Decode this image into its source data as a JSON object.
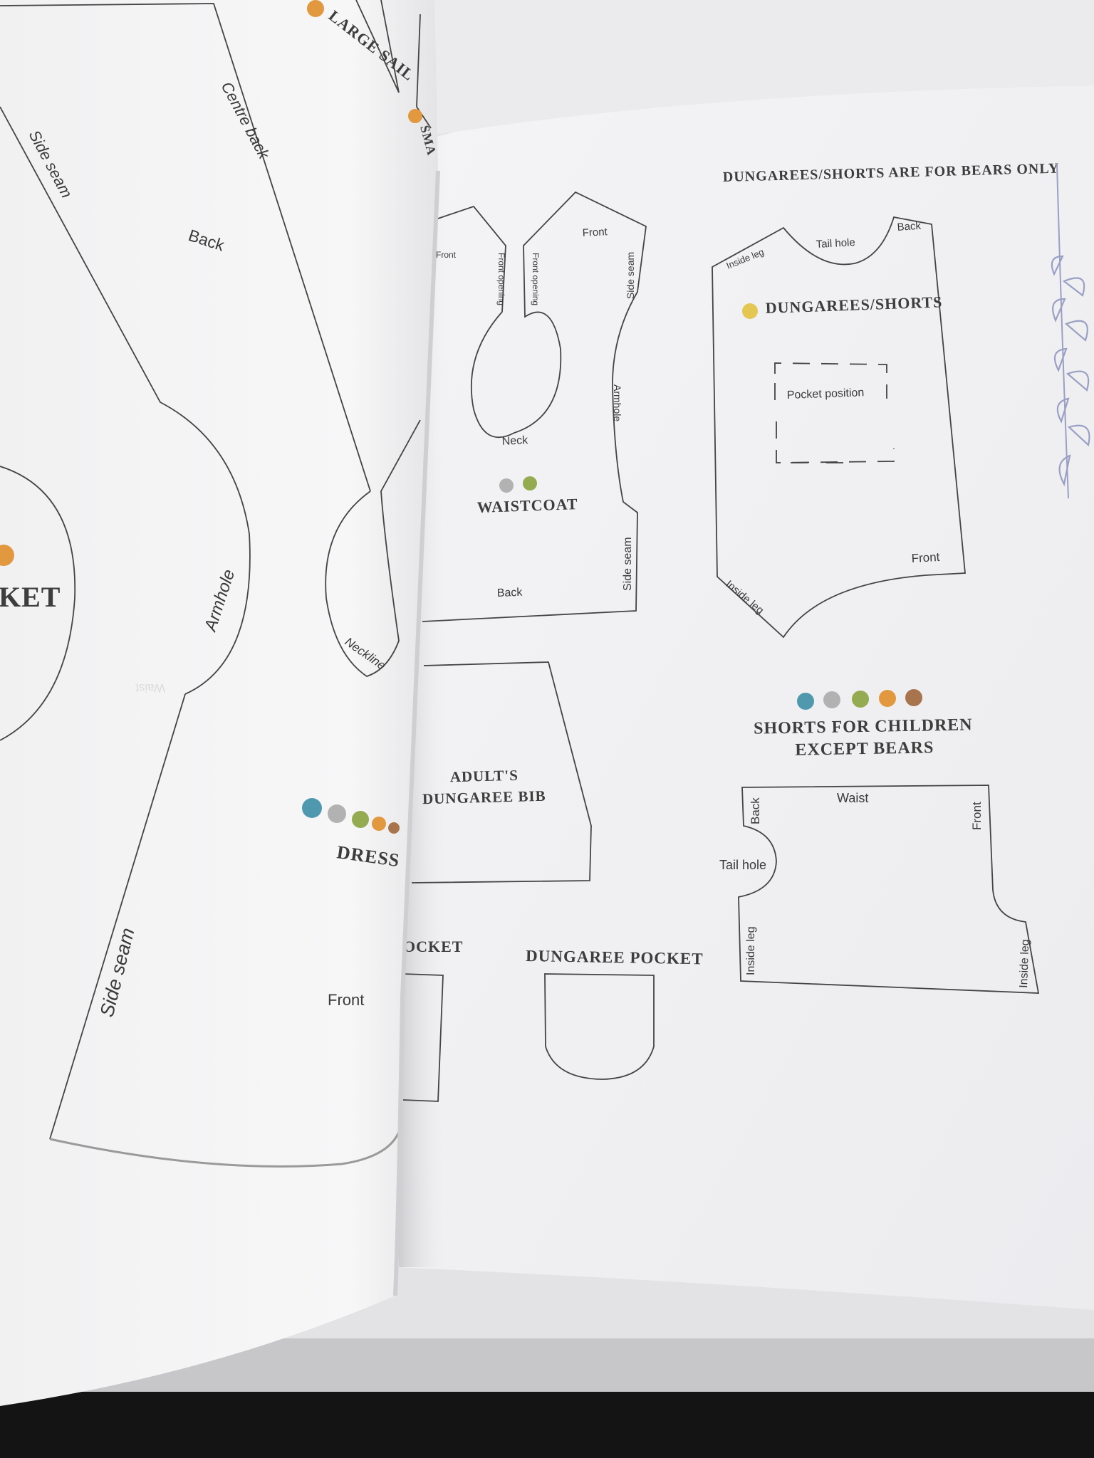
{
  "colors": {
    "blue": "#4f98ad",
    "grey": "#b2b2b2",
    "green": "#94ab52",
    "orange": "#e1983e",
    "brown": "#a8744e",
    "yellow": "#e4c652",
    "lavender": "#9aa0c4"
  },
  "icons": [
    "lavender-sprig-icon"
  ],
  "left_page": {
    "sail_label": "LARGE SAIL",
    "sail_label_small": "SMA",
    "jacket_title_fragment": "KET",
    "centre_back": "Centre back",
    "side_seam_top": "Side seam",
    "back": "Back",
    "armhole": "Armhole",
    "neckline": "Neckline",
    "dress_title": "DRESS",
    "side_seam_bottom": "Side seam",
    "front": "Front",
    "faint_waist": "Waist"
  },
  "right_page": {
    "header": "DUNGAREES/SHORTS ARE FOR BEARS ONLY",
    "waistcoat": {
      "title": "WAISTCOAT",
      "front_left": "Front",
      "front_opening_left": "Front opening",
      "front_opening_right": "Front opening",
      "front": "Front",
      "side_seam_top": "Side seam",
      "armhole": "Armhole",
      "neck": "Neck",
      "side_seam_bottom": "Side seam",
      "back": "Back"
    },
    "dungarees": {
      "title": "DUNGAREES/SHORTS",
      "inside_leg_top": "Inside leg",
      "tail_hole": "Tail hole",
      "back": "Back",
      "pocket_position": "Pocket position",
      "front": "Front",
      "inside_leg_bottom": "Inside leg"
    },
    "bib": {
      "title_line1": "ADULT'S",
      "title_line2": "DUNGAREE BIB"
    },
    "pocket_fragment": "OCKET",
    "dungaree_pocket": "DUNGAREE POCKET",
    "shorts": {
      "title_line1": "SHORTS FOR CHILDREN",
      "title_line2": "EXCEPT BEARS",
      "waist": "Waist",
      "back": "Back",
      "front": "Front",
      "tail_hole": "Tail hole",
      "inside_leg_left": "Inside leg",
      "inside_leg_right": "Inside leg"
    }
  }
}
